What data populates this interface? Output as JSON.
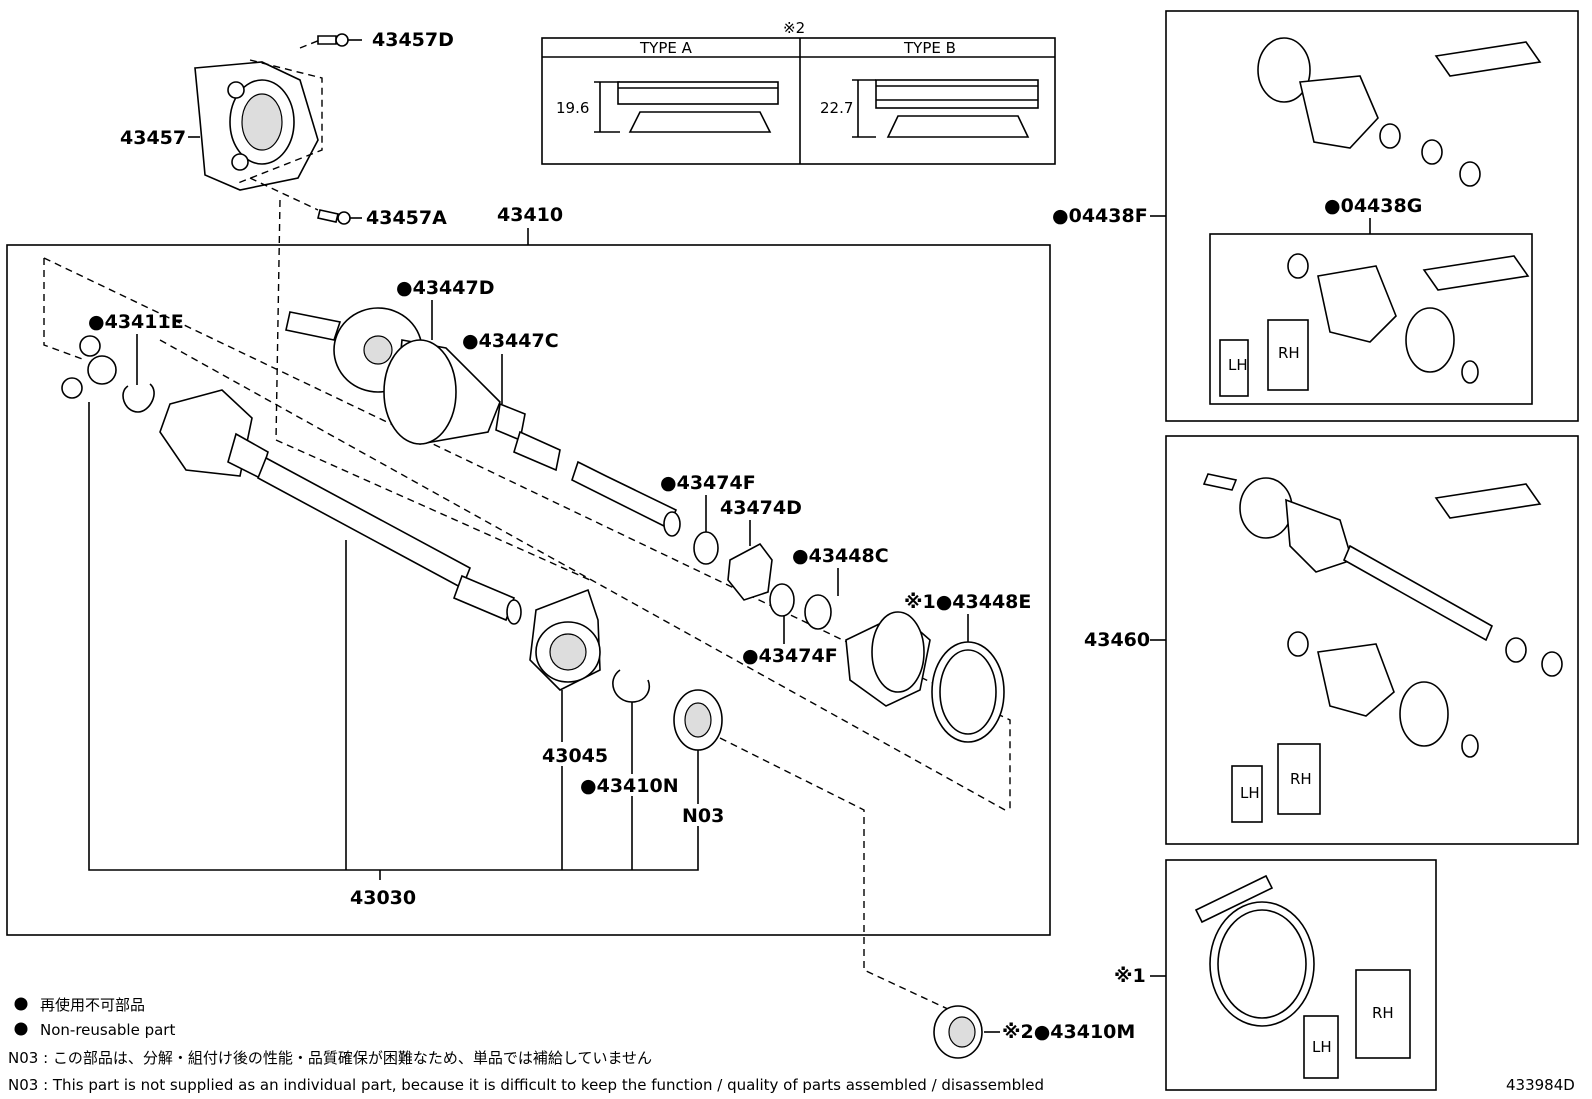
{
  "labels": {
    "p43457D": "43457D",
    "p43457": "43457",
    "p43457A": "43457A",
    "p43410": "43410",
    "p43447D": "43447D",
    "p43447C": "43447C",
    "p43411E": "43411E",
    "p43474F_top": "43474F",
    "p43474D": "43474D",
    "p43448C": "43448C",
    "p43448E": "43448E",
    "p43474F_bot": "43474F",
    "p43045": "43045",
    "p43410N": "43410N",
    "pN03": "N03",
    "p43030": "43030",
    "p04438F": "04438F",
    "p04438G": "04438G",
    "p43460": "43460",
    "p43410M": "43410M",
    "mark1": "※1",
    "mark1b": "※1",
    "mark2": "※2",
    "mark2b": "※2"
  },
  "type_table": {
    "type_a": "TYPE A",
    "type_b": "TYPE B",
    "dim_a": "19.6",
    "dim_b": "22.7"
  },
  "legend": {
    "jp": "再使用不可部品",
    "en": "Non-reusable part",
    "n03_jp": "N03 : この部品は、分解・組付け後の性能・品質確保が困難なため、単品では補給していません",
    "n03_en": "N03 : This part is not supplied as an individual part, because it is difficult to keep the function / quality of parts  assembled / disassembled"
  },
  "kit_labels": {
    "lh": "LH",
    "rh": "RH"
  },
  "figure_id": "433984D"
}
